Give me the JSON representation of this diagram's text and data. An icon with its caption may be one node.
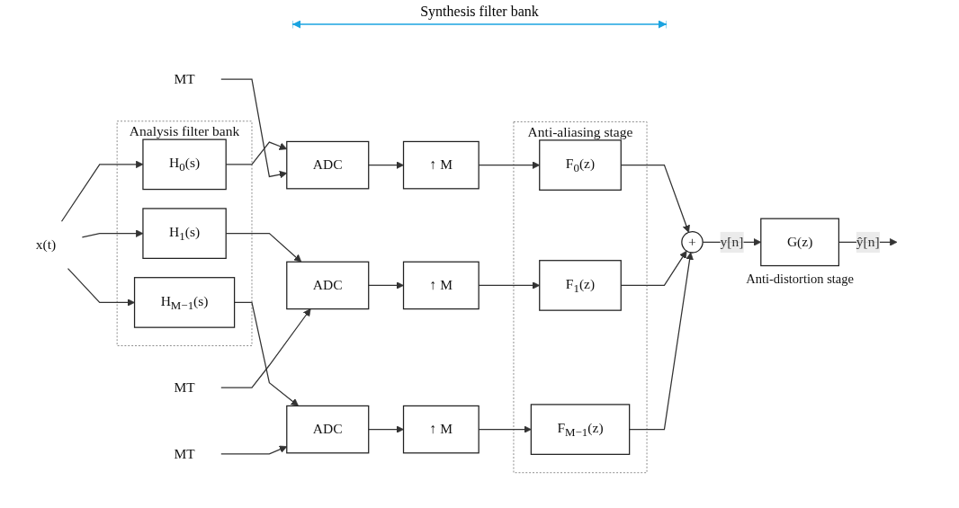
{
  "diagram": {
    "nodes": [
      {
        "text": [
          "Analysis filter bank"
        ]
      },
      {
        "text": [
          "H$_{0}$(s)"
        ],
        "in": 0
      },
      {
        "text": [
          "H$_{1}$(s)"
        ],
        "in": 0
      },
      {
        "text": [
          "H$_{M−1}$(s)"
        ],
        "in": 0
      },
      {
        "text": [
          "x(t)"
        ]
      },
      {
        "text": [
          "ADC"
        ]
      },
      {
        "text": [
          "ADC"
        ]
      },
      {
        "text": [
          "ADC"
        ]
      },
      {
        "text": [
          "MT"
        ]
      },
      {
        "text": [
          "MT"
        ]
      },
      {
        "text": [
          "MT"
        ]
      },
      {
        "text": [
          "↑ M"
        ]
      },
      {
        "text": [
          "↑ M"
        ]
      },
      {
        "text": [
          "↑ M"
        ]
      },
      {
        "text": [
          "Anti-aliasing stage"
        ]
      },
      {
        "text": [
          "F$_{0}$(z)"
        ],
        "in": 14
      },
      {
        "text": [
          "F$_{1}$(z)"
        ],
        "in": 14
      },
      {
        "text": [
          "F$_{M−1}$(z)"
        ],
        "in": 14
      },
      {
        "text": [
          "+"
        ]
      },
      {
        "text": [
          "G(z)"
        ],
        "beside": [
          "Anti-distortion stage"
        ]
      }
    ],
    "edges": [
      {
        "from": 4,
        "to": 1,
        "arrow": "to"
      },
      {
        "from": 4,
        "to": 2,
        "arrow": "to"
      },
      {
        "from": 4,
        "to": 3,
        "arrow": "to"
      },
      {
        "from": 1,
        "to": 5,
        "arrow": "to"
      },
      {
        "from": 2,
        "to": 6,
        "arrow": "to"
      },
      {
        "from": 3,
        "to": 7,
        "arrow": "to"
      },
      {
        "from": 8,
        "to": 5,
        "arrow": "to"
      },
      {
        "from": 9,
        "to": 6,
        "arrow": "to"
      },
      {
        "from": 10,
        "to": 7,
        "arrow": "to"
      },
      {
        "from": 5,
        "to": 11,
        "arrow": "to"
      },
      {
        "from": 6,
        "to": 12,
        "arrow": "to"
      },
      {
        "from": 7,
        "to": 13,
        "arrow": "to"
      },
      {
        "from": 11,
        "to": 15,
        "arrow": "to"
      },
      {
        "from": 12,
        "to": 16,
        "arrow": "to"
      },
      {
        "from": 13,
        "to": 17,
        "arrow": "to"
      },
      {
        "from": 15,
        "to": 18,
        "arrow": "to"
      },
      {
        "from": 16,
        "to": 18,
        "arrow": "to"
      },
      {
        "from": 17,
        "to": 18,
        "arrow": "to"
      },
      {
        "from": 18,
        "to": 19,
        "label": "y[n]",
        "arrow": "to"
      },
      {
        "from": 19,
        "to": null,
        "label": "ŷ[n]",
        "arrow": "to"
      }
    ],
    "labels": [
      "Synthesis filter bank"
    ]
  }
}
